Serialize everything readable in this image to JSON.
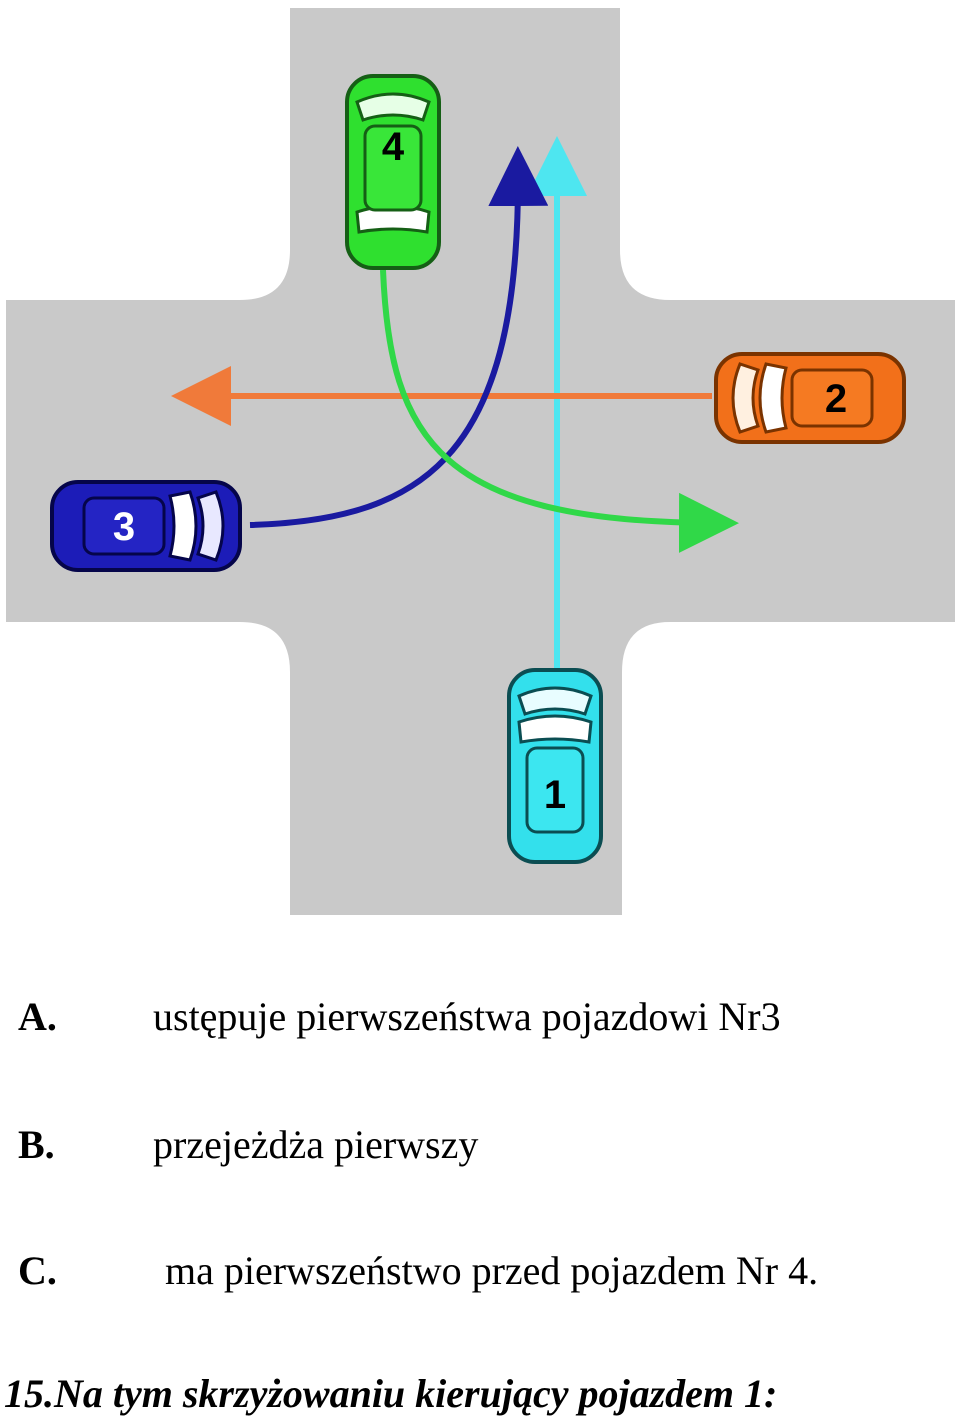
{
  "diagram": {
    "vehicles": [
      {
        "id": "1",
        "label": "1",
        "color": "#33e0ec",
        "path_color": "#4ee6f0",
        "maneuver": "straight"
      },
      {
        "id": "2",
        "label": "2",
        "color": "#f2701a",
        "path_color": "#f07a3a",
        "maneuver": "straight"
      },
      {
        "id": "3",
        "label": "3",
        "color": "#1c1cb8",
        "path_color": "#1a1aa0",
        "maneuver": "left"
      },
      {
        "id": "4",
        "label": "4",
        "color": "#2fe02f",
        "path_color": "#30d848",
        "maneuver": "left"
      }
    ],
    "road_color": "#c9c9c9"
  },
  "answers": [
    {
      "letter": "A.",
      "text": "ustępuje pierwszeństwa pojazdowi Nr3"
    },
    {
      "letter": "B.",
      "text": "przejeżdża  pierwszy"
    },
    {
      "letter": "C.",
      "text": "ma pierwszeństwo przed pojazdem Nr 4."
    }
  ],
  "next_question": "15.Na tym skrzyżowaniu kierujący pojazdem 1:"
}
